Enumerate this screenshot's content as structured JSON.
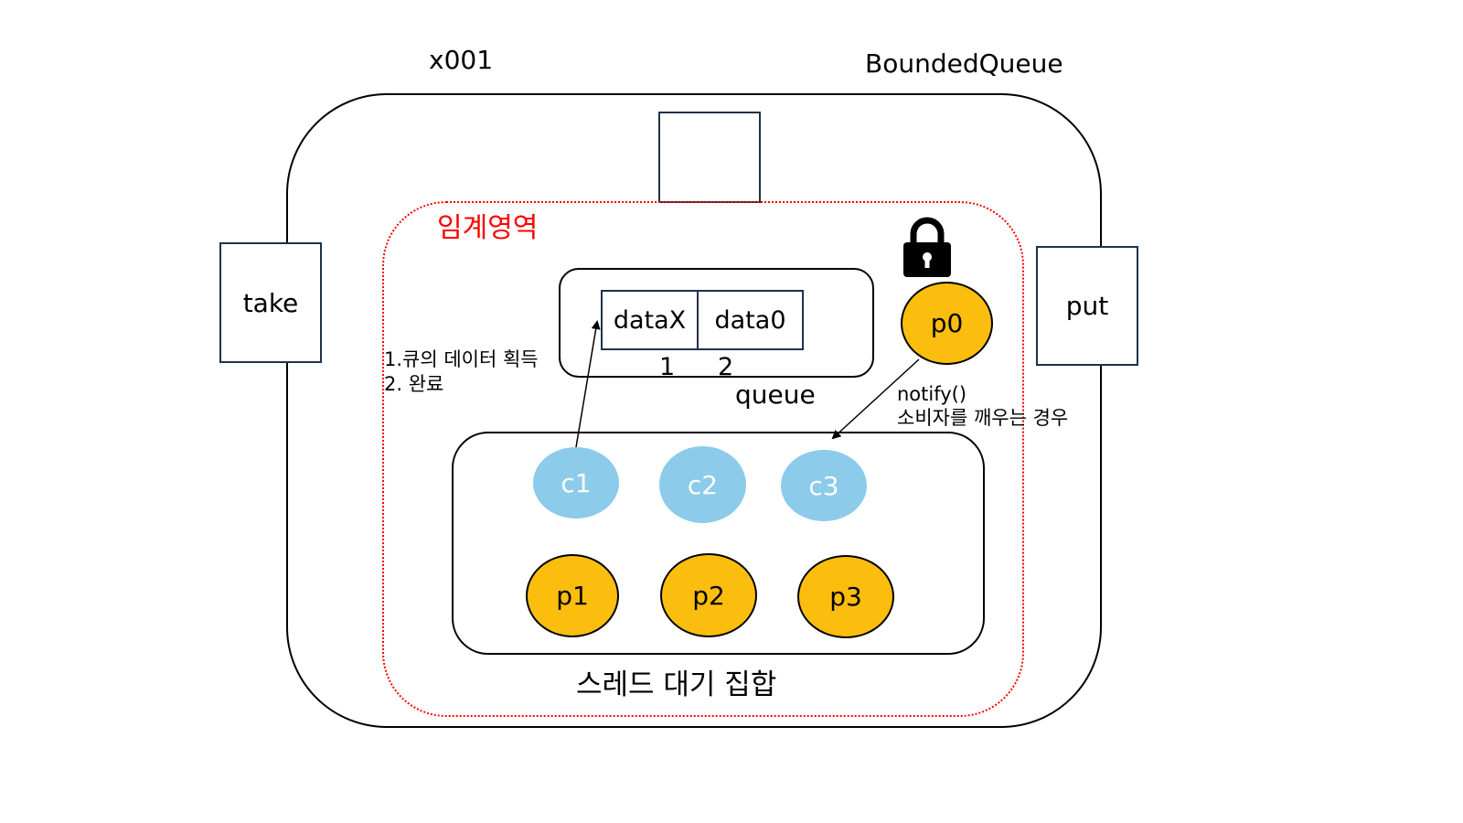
{
  "header": {
    "address": "x001",
    "class_name": "BoundedQueue"
  },
  "critical_section_label": "임계영역",
  "methods": {
    "take": "take",
    "put": "put"
  },
  "queue": {
    "label": "queue",
    "cells": [
      "dataX",
      "data0"
    ],
    "indices": [
      "1",
      "2"
    ]
  },
  "consumer_note": {
    "line1": "1.큐의 데이터 획득",
    "line2": "2. 완료"
  },
  "notify_note": {
    "line1": "notify()",
    "line2": "소비자를 깨우는 경우"
  },
  "active_thread": "p0",
  "wait_set": {
    "label": "스레드 대기 집합",
    "consumers": [
      "c1",
      "c2",
      "c3"
    ],
    "producers": [
      "p1",
      "p2",
      "p3"
    ]
  },
  "colors": {
    "consumer": "#8ccbe9",
    "producer": "#fbbd0e",
    "critical": "#ff0000",
    "box_border": "#1f3249"
  },
  "icons": [
    "lock-icon"
  ]
}
